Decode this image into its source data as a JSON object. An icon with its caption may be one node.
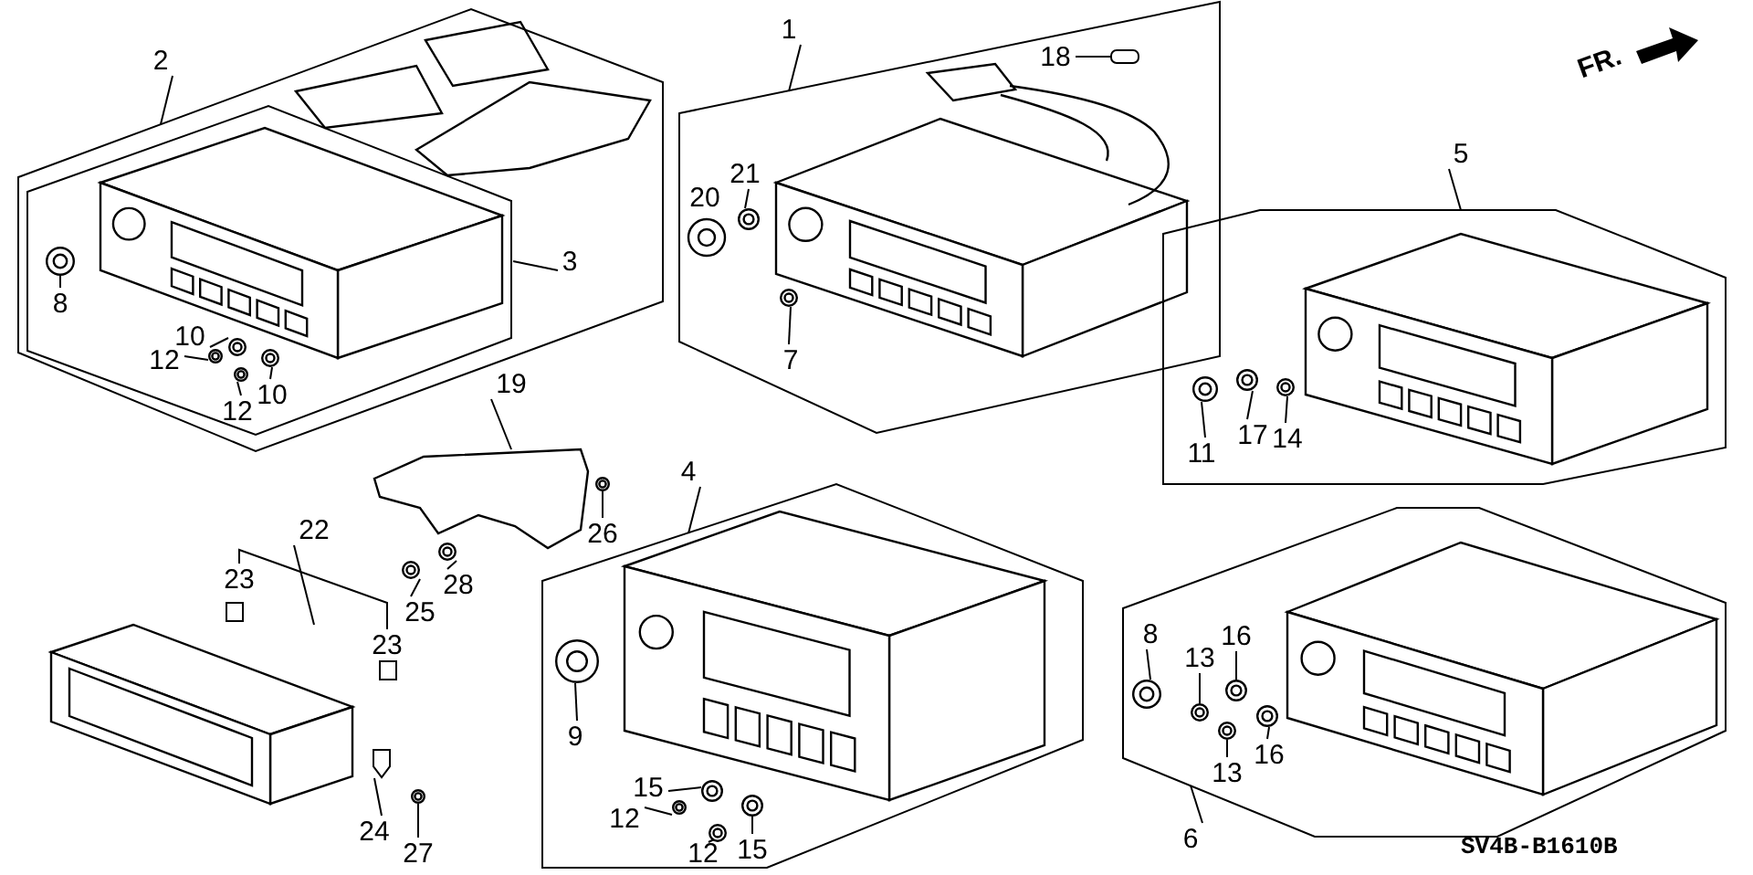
{
  "diagram": {
    "nodes": [
      {
        "text": [
          "2"
        ]
      },
      {
        "text": [],
        "shape": "box"
      },
      {
        "text": [],
        "shape": "box",
        "in": 1
      },
      {
        "text": [
          "3"
        ],
        "in": 1
      },
      {
        "text": [
          "8"
        ],
        "in": 2
      },
      {
        "text": [
          "10"
        ],
        "in": 2
      },
      {
        "text": [
          "12"
        ],
        "in": 2
      },
      {
        "text": [
          "12"
        ],
        "in": 2
      },
      {
        "text": [
          "10"
        ],
        "in": 2
      },
      {
        "text": [
          "1"
        ]
      },
      {
        "text": [],
        "shape": "box"
      },
      {
        "text": [
          "18"
        ],
        "in": 10
      },
      {
        "text": [
          "20"
        ],
        "in": 10
      },
      {
        "text": [
          "21"
        ],
        "in": 10
      },
      {
        "text": [
          "7"
        ],
        "in": 10
      },
      {
        "text": [
          "5"
        ]
      },
      {
        "text": [],
        "shape": "box"
      },
      {
        "text": [
          "11"
        ],
        "in": 16
      },
      {
        "text": [
          "17"
        ],
        "in": 16
      },
      {
        "text": [
          "14"
        ],
        "in": 16
      },
      {
        "text": [
          "19"
        ]
      },
      {
        "text": [
          "26"
        ]
      },
      {
        "text": [
          "22"
        ]
      },
      {
        "text": [
          "23"
        ]
      },
      {
        "text": [
          "28"
        ]
      },
      {
        "text": [
          "25"
        ]
      },
      {
        "text": [
          "23"
        ]
      },
      {
        "text": [
          "24"
        ]
      },
      {
        "text": [
          "27"
        ]
      },
      {
        "text": [
          "4"
        ]
      },
      {
        "text": [],
        "shape": "box"
      },
      {
        "text": [
          "9"
        ],
        "in": 30
      },
      {
        "text": [
          "15"
        ],
        "in": 30
      },
      {
        "text": [
          "12"
        ],
        "in": 30
      },
      {
        "text": [
          "12"
        ],
        "in": 30
      },
      {
        "text": [
          "15"
        ],
        "in": 30
      },
      {
        "text": [
          "6"
        ]
      },
      {
        "text": [],
        "shape": "box"
      },
      {
        "text": [
          "8"
        ],
        "in": 37
      },
      {
        "text": [
          "16"
        ],
        "in": 37
      },
      {
        "text": [
          "13"
        ],
        "in": 37
      },
      {
        "text": [
          "16"
        ],
        "in": 37
      },
      {
        "text": [
          "13"
        ],
        "in": 37
      },
      {
        "text": [],
        "shape": "circle",
        "in": 2
      },
      {
        "text": [],
        "shape": "circle",
        "in": 2
      },
      {
        "text": [],
        "shape": "circle",
        "in": 2
      },
      {
        "text": [],
        "shape": "circle",
        "in": 2
      },
      {
        "text": [],
        "shape": "circle",
        "in": 2
      },
      {
        "text": [],
        "shape": "box",
        "in": 10
      },
      {
        "text": [],
        "shape": "circle",
        "in": 10
      },
      {
        "text": [],
        "shape": "circle",
        "in": 10
      },
      {
        "text": [],
        "shape": "circle",
        "in": 16
      },
      {
        "text": [],
        "shape": "circle",
        "in": 16
      },
      {
        "text": [],
        "shape": "circle",
        "in": 16
      },
      {
        "text": [],
        "shape": "picture"
      },
      {
        "text": [],
        "shape": "circle"
      },
      {
        "text": [],
        "shape": "picture"
      },
      {
        "text": [],
        "shape": "circle"
      },
      {
        "text": [],
        "shape": "circle"
      },
      {
        "text": [],
        "shape": "box"
      },
      {
        "text": [],
        "shape": "circle"
      },
      {
        "text": [],
        "shape": "circle",
        "in": 30
      },
      {
        "text": [],
        "shape": "circle",
        "in": 30
      },
      {
        "text": [],
        "shape": "circle",
        "in": 30
      },
      {
        "text": [],
        "shape": "circle",
        "in": 30
      },
      {
        "text": [],
        "shape": "circle",
        "in": 30
      },
      {
        "text": [],
        "shape": "circle",
        "in": 37
      },
      {
        "text": [],
        "shape": "circle",
        "in": 37
      },
      {
        "text": [],
        "shape": "circle",
        "in": 37
      },
      {
        "text": [],
        "shape": "circle",
        "in": 37
      },
      {
        "text": [],
        "shape": "circle",
        "in": 37
      }
    ],
    "edges": [
      {
        "from": 0,
        "to": 1,
        "arrow": "none"
      },
      {
        "from": 3,
        "to": 2,
        "arrow": "none"
      },
      {
        "from": 4,
        "to": 43,
        "arrow": "none"
      },
      {
        "from": 5,
        "to": 44,
        "arrow": "none"
      },
      {
        "from": 6,
        "to": 45,
        "arrow": "none"
      },
      {
        "from": 7,
        "to": 46,
        "arrow": "none"
      },
      {
        "from": 8,
        "to": 47,
        "arrow": "none"
      },
      {
        "from": 9,
        "to": 10,
        "arrow": "none"
      },
      {
        "from": 11,
        "to": 48,
        "arrow": "none"
      },
      {
        "from": 13,
        "to": 49,
        "arrow": "none"
      },
      {
        "from": 14,
        "to": 50,
        "arrow": "none"
      },
      {
        "from": 15,
        "to": 16,
        "arrow": "none"
      },
      {
        "from": 17,
        "to": 51,
        "arrow": "none"
      },
      {
        "from": 18,
        "to": 52,
        "arrow": "none"
      },
      {
        "from": 19,
        "to": 53,
        "arrow": "none"
      },
      {
        "from": 20,
        "to": 54,
        "arrow": "none"
      },
      {
        "from": 21,
        "to": 55,
        "arrow": "none"
      },
      {
        "from": 22,
        "to": 56,
        "arrow": "none"
      },
      {
        "from": 23,
        "to": 26,
        "arrow": "none"
      },
      {
        "from": 24,
        "to": 57,
        "arrow": "none"
      },
      {
        "from": 25,
        "to": 58,
        "arrow": "none"
      },
      {
        "from": 27,
        "to": 59,
        "arrow": "none"
      },
      {
        "from": 28,
        "to": 60,
        "arrow": "none"
      },
      {
        "from": 29,
        "to": 30,
        "arrow": "none"
      },
      {
        "from": 31,
        "to": 61,
        "arrow": "none"
      },
      {
        "from": 32,
        "to": 62,
        "arrow": "none"
      },
      {
        "from": 33,
        "to": 63,
        "arrow": "none"
      },
      {
        "from": 34,
        "to": 64,
        "arrow": "none"
      },
      {
        "from": 35,
        "to": 65,
        "arrow": "none"
      },
      {
        "from": 36,
        "to": 37,
        "arrow": "none"
      },
      {
        "from": 38,
        "to": 66,
        "arrow": "none"
      },
      {
        "from": 39,
        "to": 67,
        "arrow": "none"
      },
      {
        "from": 40,
        "to": 68,
        "arrow": "none"
      },
      {
        "from": 41,
        "to": 69,
        "arrow": "none"
      },
      {
        "from": 42,
        "to": 70,
        "arrow": "none"
      }
    ],
    "labels": [
      "FR.",
      "SV4B-B1610B"
    ]
  }
}
